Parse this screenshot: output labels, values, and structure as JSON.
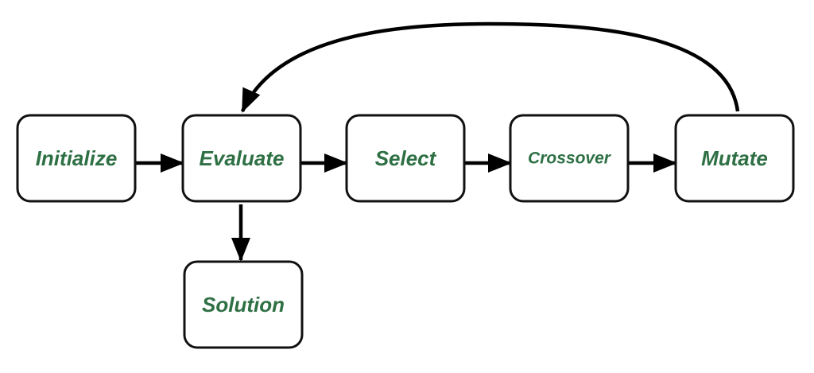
{
  "diagram": {
    "nodes": {
      "initialize": "Initialize",
      "evaluate": "Evaluate",
      "select": "Select",
      "crossover": "Crossover",
      "mutate": "Mutate",
      "solution": "Solution"
    },
    "edges": [
      {
        "from": "initialize",
        "to": "evaluate"
      },
      {
        "from": "evaluate",
        "to": "select"
      },
      {
        "from": "select",
        "to": "crossover"
      },
      {
        "from": "crossover",
        "to": "mutate"
      },
      {
        "from": "mutate",
        "to": "evaluate"
      },
      {
        "from": "evaluate",
        "to": "solution"
      }
    ],
    "colors": {
      "label": "#2e7044",
      "border": "#111111",
      "arrow": "#000000",
      "background": "#ffffff"
    }
  }
}
